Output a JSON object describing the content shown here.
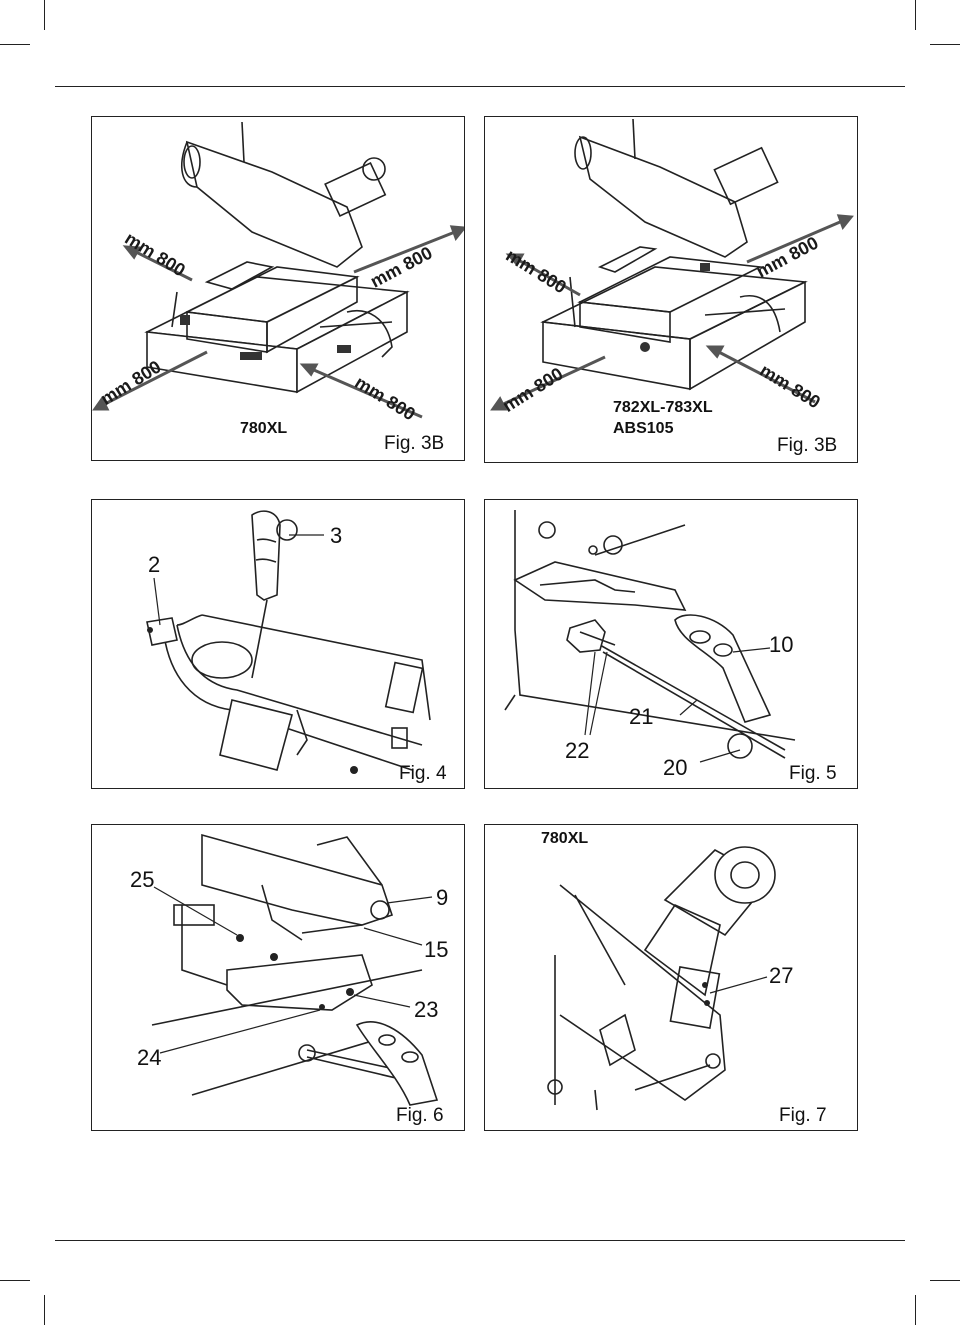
{
  "colors": {
    "ink": "#222222",
    "arrow": "#555555",
    "paper": "#ffffff"
  },
  "panels": [
    {
      "model": "780XL",
      "figure": "Fig.  3B",
      "clearances": [
        "mm 800",
        "mm 800",
        "mm 800",
        "mm 800"
      ]
    },
    {
      "model_line1": "782XL-783XL",
      "model_line2": "ABS105",
      "figure": "Fig.  3B",
      "clearances": [
        "mm 800",
        "mm 800",
        "mm 800",
        "mm 800"
      ]
    },
    {
      "figure": "Fig.  4",
      "callouts": [
        "2",
        "3"
      ]
    },
    {
      "figure": "Fig.  5",
      "callouts": [
        "10",
        "21",
        "22",
        "20"
      ]
    },
    {
      "figure": "Fig.  6",
      "callouts": [
        "25",
        "9",
        "15",
        "23",
        "24"
      ]
    },
    {
      "model": "780XL",
      "figure": "Fig.  7",
      "callouts": [
        "27"
      ]
    }
  ]
}
